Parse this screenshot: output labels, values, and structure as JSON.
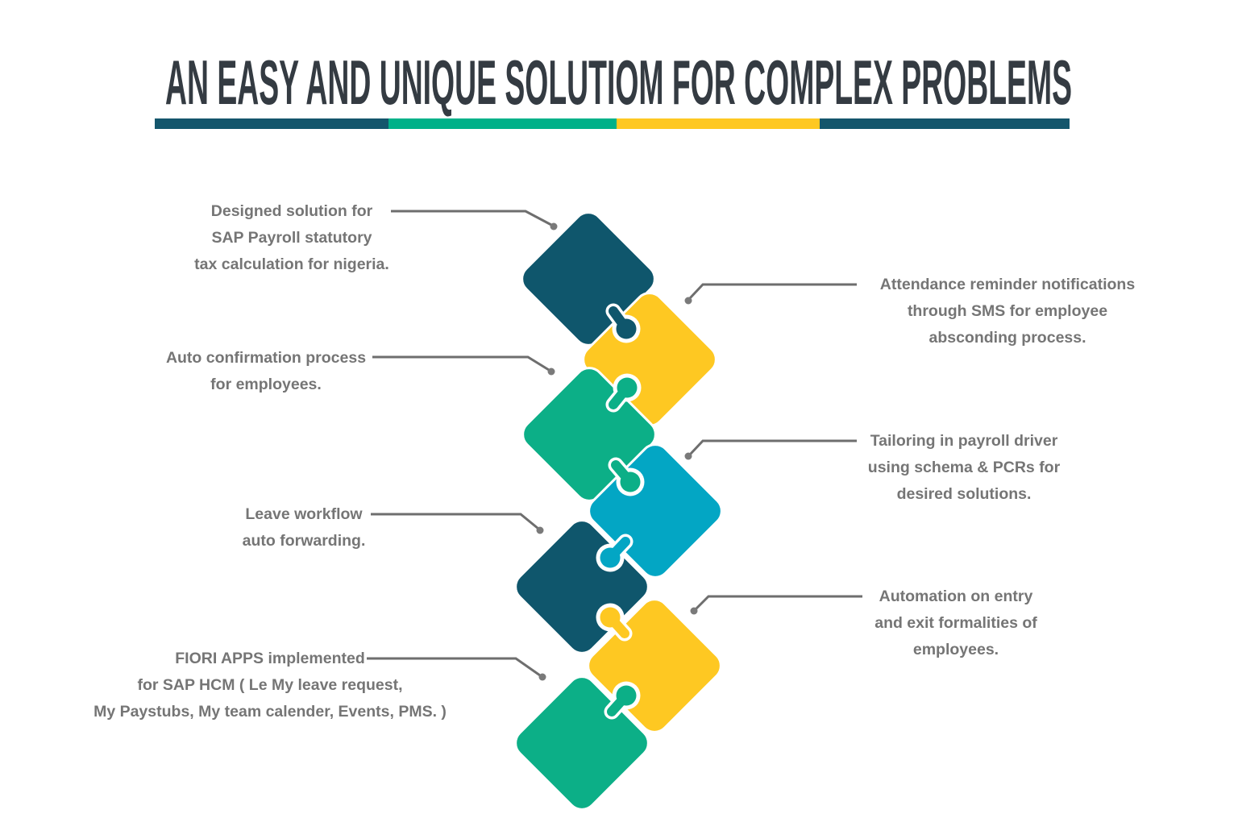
{
  "title": "AN EASY AND UNIQUE SOLUTIOM FOR COMPLEX PROBLEMS",
  "divider": {
    "segments": [
      {
        "color": "#14566C"
      },
      {
        "color": "#00B189"
      },
      {
        "color": "#FEC822"
      },
      {
        "color": "#14566C"
      }
    ]
  },
  "puzzle": {
    "pieces": [
      {
        "id": "piece-1",
        "color": "#0F566C"
      },
      {
        "id": "piece-2",
        "color": "#FEC822"
      },
      {
        "id": "piece-3",
        "color": "#0CAF87"
      },
      {
        "id": "piece-4",
        "color": "#03A6C4"
      },
      {
        "id": "piece-5",
        "color": "#0F566C"
      },
      {
        "id": "piece-6",
        "color": "#FEC822"
      },
      {
        "id": "piece-7",
        "color": "#0CAF87"
      }
    ],
    "knobs": [
      {
        "color": "#0F566C"
      },
      {
        "color": "#0CAF87"
      },
      {
        "color": "#0CAF87"
      },
      {
        "color": "#03A6C4"
      },
      {
        "color": "#FEC822"
      },
      {
        "color": "#0CAF87"
      }
    ]
  },
  "labels": {
    "left": [
      {
        "lines": [
          "Designed solution for",
          "SAP Payroll statutory",
          "tax calculation for nigeria."
        ]
      },
      {
        "lines": [
          "Auto confirmation process",
          "for employees."
        ]
      },
      {
        "lines": [
          "Leave workflow",
          "auto forwarding."
        ]
      },
      {
        "lines": [
          "FIORI APPS implemented",
          "for SAP HCM ( Le My leave request,",
          "My Paystubs, My team calender, Events, PMS. )"
        ]
      }
    ],
    "right": [
      {
        "lines": [
          "Attendance reminder notifications",
          "through SMS for employee",
          "absconding process."
        ]
      },
      {
        "lines": [
          "Tailoring in payroll driver",
          "using schema & PCRs for",
          "desired solutions."
        ]
      },
      {
        "lines": [
          "Automation on entry",
          "and exit formalities of",
          "employees."
        ]
      }
    ]
  },
  "colors": {
    "title": "#343B42",
    "label_text": "#757575",
    "connector": "#6E6E6E",
    "background": "#FFFFFF"
  }
}
